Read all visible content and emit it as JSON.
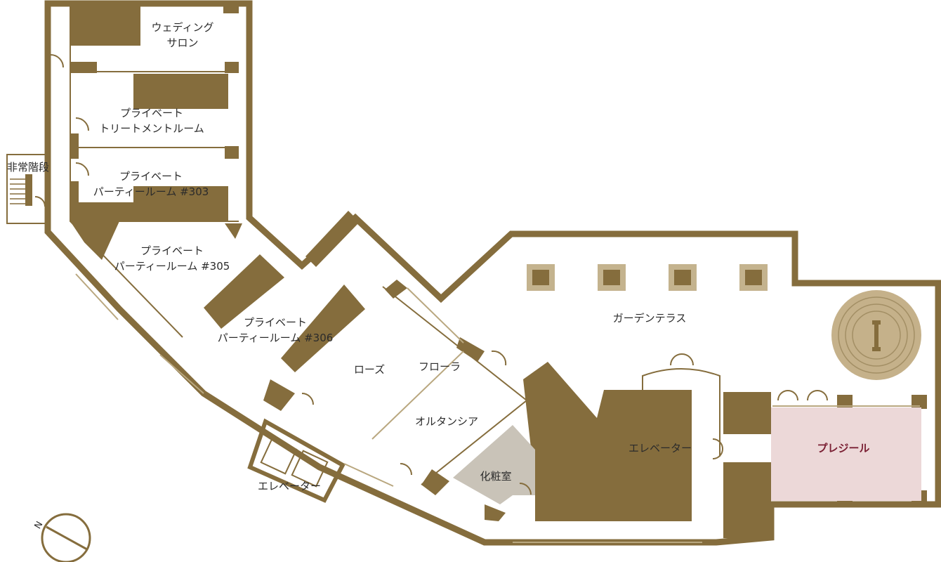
{
  "colors": {
    "wall": "#856d3d",
    "background": "#ffffff",
    "powder_room": "#c9c3b8",
    "premium_room": "#ecd8d8",
    "premium_room_text": "#7a1f33",
    "column": "#c4b38e",
    "fountain": "#c5b18a"
  },
  "rooms": {
    "wedding_salon": [
      "ウェディング",
      "サロン"
    ],
    "treatment_room": [
      "プライベート",
      "トリートメントルーム"
    ],
    "party_303": [
      "プライベート",
      "パーティールーム #303"
    ],
    "party_305": [
      "プライベート",
      "パーティールーム #305"
    ],
    "party_306": [
      "プライベート",
      "パーティールーム #306"
    ],
    "emergency_stairs": "非常階段",
    "rose": "ローズ",
    "flora": "フローラ",
    "hortensia": "オルタンシア",
    "powder_room": "化粧室",
    "elevator_left": "エレベーター",
    "elevator_right": "エレベーター",
    "garden_terrace": "ガーデンテラス",
    "pleasir": "プレジール"
  },
  "compass": {
    "label": "N"
  }
}
